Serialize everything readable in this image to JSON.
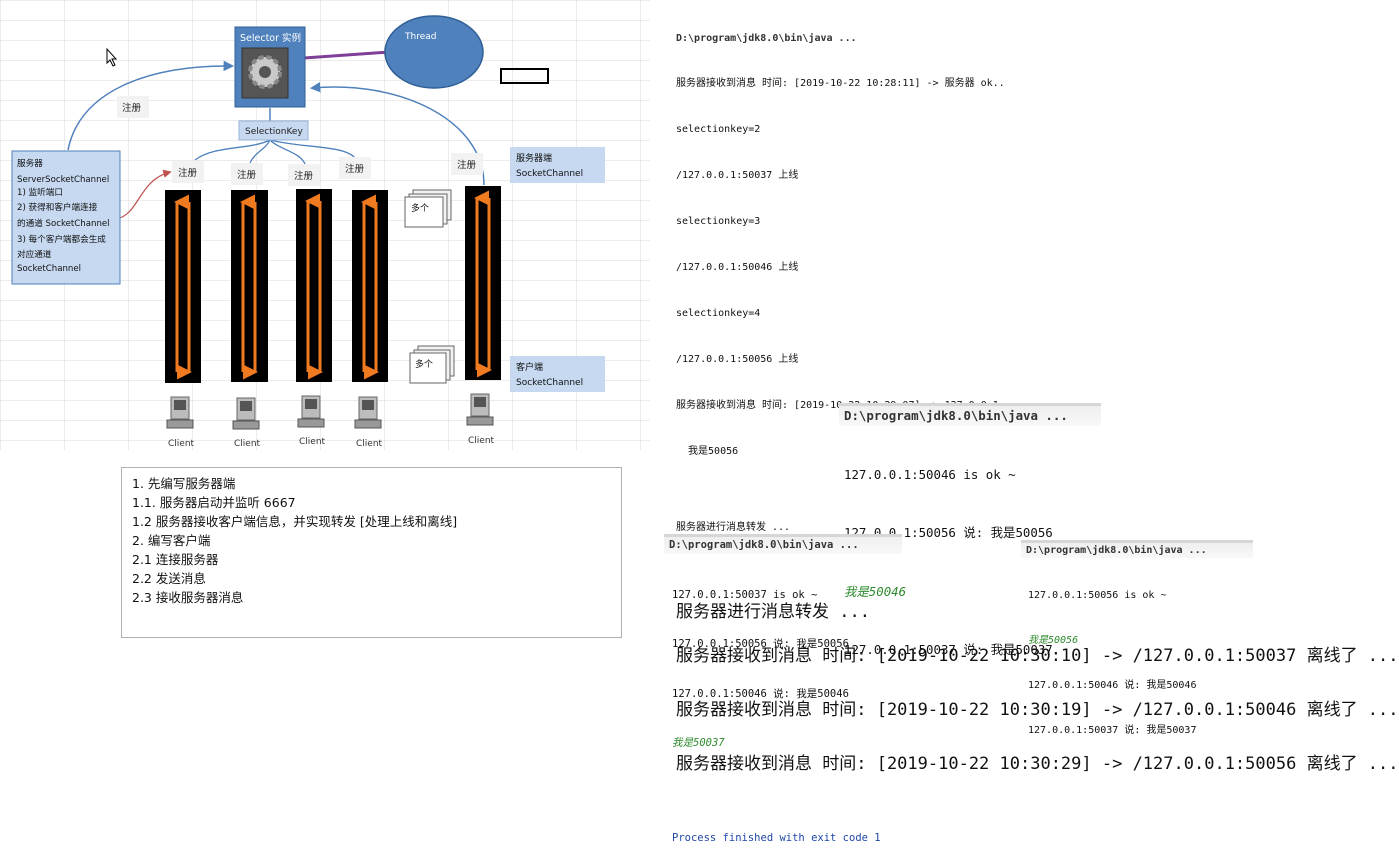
{
  "diagram": {
    "selector_label": "Selector 实例",
    "thread_label": "Thread",
    "selection_key_label": "SelectionKey",
    "register_top": "注册",
    "register_small": [
      "注册",
      "注册",
      "注册",
      "注册",
      "注册"
    ],
    "server_box_lines": [
      "服务器",
      "ServerSocketChannel",
      "1) 监听端口",
      "2) 获得和客户端连接",
      "的通道 SocketChannel",
      "3) 每个客户端都会生成",
      "对应通道",
      "SocketChannel"
    ],
    "server_end": [
      "服务器端",
      "SocketChannel"
    ],
    "client_end": [
      "客户端",
      "SocketChannel"
    ],
    "many": [
      "多个",
      "多个"
    ],
    "client_label": "Client",
    "colors": {
      "selector_fill": "#4f81bd",
      "thread_fill": "#4f81bd",
      "arrow_orange": "#f07a20",
      "note_fill": "#c6d9f1",
      "server_box_fill": "#c6d9f1",
      "purple": "#7f3f98"
    }
  },
  "notes": [
    "1. 先编写服务器端",
    "1.1. 服务器启动并监听 6667",
    "1.2  服务器接收客户端信息，并实现转发 [处理上线和离线]",
    "2. 编写客户端",
    "2.1 连接服务器",
    "2.2 发送消息",
    "2.3 接收服务器消息"
  ],
  "console_server": {
    "header": "D:\\program\\jdk8.0\\bin\\java ...",
    "lines": [
      "服务器接收到消息 时间: [2019-10-22 10:28:11] -> 服务器 ok..",
      "selectionkey=2",
      "/127.0.0.1:50037 上线",
      "selectionkey=3",
      "/127.0.0.1:50046 上线",
      "selectionkey=4",
      "/127.0.0.1:50056 上线",
      "服务器接收到消息 时间: [2019-10-22 10:29:07] -> 127.0.0.1:",
      "  我是50056",
      "",
      "服务器进行消息转发 ..."
    ],
    "big_lines": [
      "服务器进行消息转发 ...",
      "服务器接收到消息 时间: [2019-10-22 10:30:10] -> /127.0.0.1:50037 离线了 ...",
      "服务器接收到消息 时间: [2019-10-22 10:30:19] -> /127.0.0.1:50046 离线了 ...",
      "服务器接收到消息 时间: [2019-10-22 10:30:29] -> /127.0.0.1:50056 离线了 ..."
    ]
  },
  "console_client_50046": {
    "header": "D:\\program\\jdk8.0\\bin\\java ...",
    "lines": [
      "127.0.0.1:50046 is ok ~",
      "127.0.0.1:50056 说: 我是50056",
      "我是50046",
      "127.0.0.1:50037 说: 我是50037"
    ]
  },
  "console_client_50037": {
    "header": "D:\\program\\jdk8.0\\bin\\java ...",
    "lines": [
      "127.0.0.1:50037 is ok ~",
      "127.0.0.1:50056 说: 我是50056",
      "127.0.0.1:50046 说: 我是50046",
      "我是50037"
    ],
    "exit": "Process finished with exit code 1"
  },
  "console_client_50056": {
    "header": "D:\\program\\jdk8.0\\bin\\java ...",
    "lines": [
      "127.0.0.1:50056 is ok ~",
      "我是50056",
      "127.0.0.1:50046 说: 我是50046",
      "127.0.0.1:50037 说: 我是50037"
    ]
  }
}
